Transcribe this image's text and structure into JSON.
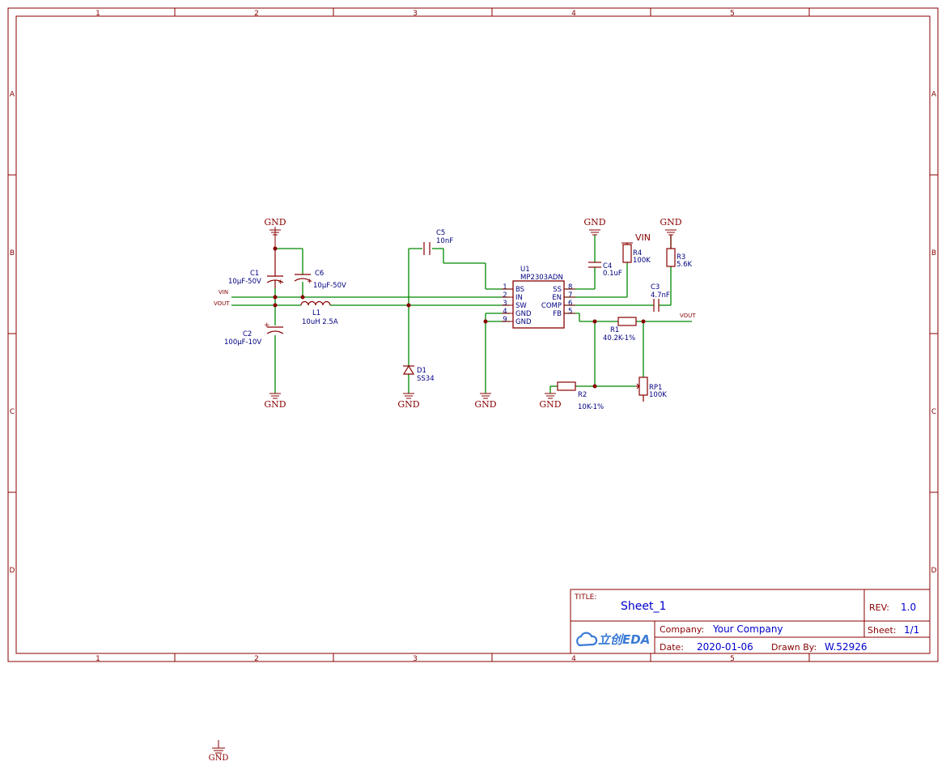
{
  "frame": {
    "columns": [
      "1",
      "2",
      "3",
      "4",
      "5"
    ],
    "rows": [
      "A",
      "B",
      "C",
      "D"
    ]
  },
  "net_labels": {
    "gnd": "GND",
    "vin": "VIN",
    "vout": "VOUT"
  },
  "components": {
    "u1": {
      "ref": "U1",
      "value": "MP2303ADN",
      "left_pins": [
        {
          "num": "1",
          "name": "BS"
        },
        {
          "num": "2",
          "name": "IN"
        },
        {
          "num": "3",
          "name": "SW"
        },
        {
          "num": "4",
          "name": "GND"
        },
        {
          "num": "9",
          "name": "GND"
        }
      ],
      "right_pins": [
        {
          "num": "8",
          "name": "SS"
        },
        {
          "num": "7",
          "name": "EN"
        },
        {
          "num": "6",
          "name": "COMP"
        },
        {
          "num": "5",
          "name": "FB"
        }
      ]
    },
    "c1": {
      "ref": "C1",
      "value": "10µF-50V"
    },
    "c6": {
      "ref": "C6",
      "value": "10µF-50V"
    },
    "c2": {
      "ref": "C2",
      "value": "100µF-10V"
    },
    "l1": {
      "ref": "L1",
      "value": "10uH 2.5A"
    },
    "c5": {
      "ref": "C5",
      "value": "10nF"
    },
    "d1": {
      "ref": "D1",
      "value": "SS34"
    },
    "c4": {
      "ref": "C4",
      "value": "0.1uF"
    },
    "r4": {
      "ref": "R4",
      "value": "100K"
    },
    "r3": {
      "ref": "R3",
      "value": "5.6K"
    },
    "c3": {
      "ref": "C3",
      "value": "4.7nF"
    },
    "r1": {
      "ref": "R1",
      "value": "40.2K-1%"
    },
    "r2": {
      "ref": "R2",
      "value": "10K-1%"
    },
    "rp1": {
      "ref": "RP1",
      "value": "100K"
    }
  },
  "title_block": {
    "title_label": "TITLE:",
    "title": "Sheet_1",
    "rev_label": "REV:",
    "rev": "1.0",
    "company_label": "Company:",
    "company": "Your Company",
    "sheet_label": "Sheet:",
    "sheet": "1/1",
    "date_label": "Date:",
    "date": "2020-01-06",
    "drawn_label": "Drawn By:",
    "drawn_by": "W.52926",
    "logo_text": "立创EDA"
  },
  "colors": {
    "frame": "#880000",
    "wire": "#008800",
    "text_blue": "#000080",
    "text_red": "#880000"
  }
}
